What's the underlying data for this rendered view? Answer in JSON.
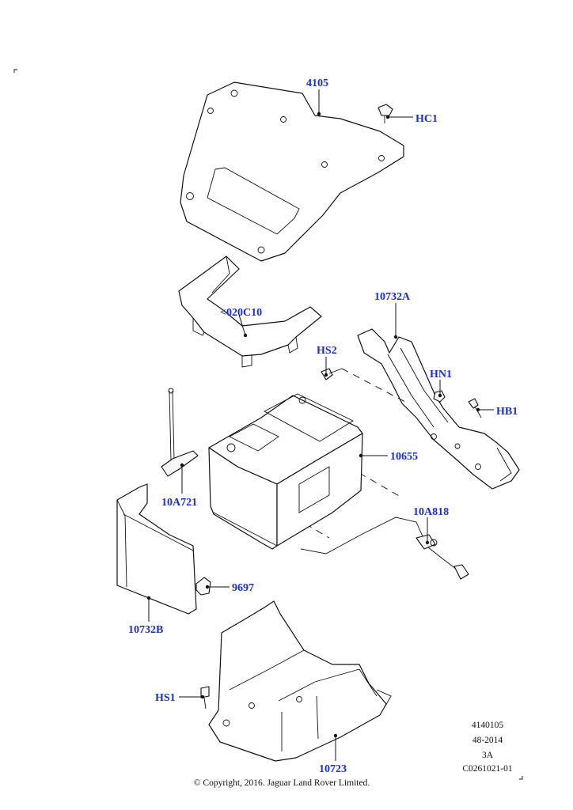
{
  "callouts": {
    "c4105": "4105",
    "cHC1": "HC1",
    "c020C10": "<020C10",
    "c10732A": "10732A",
    "cHS2": "HS2",
    "cHN1": "HN1",
    "cHB1": "HB1",
    "c10655": "10655",
    "c10A721": "10A721",
    "c10A818": "10A818",
    "c9697": "9697",
    "c10732B": "10732B",
    "cHS1": "HS1",
    "c10723": "10723"
  },
  "meta": {
    "line1": "4140105",
    "line2": "48-2014",
    "line3": "3A",
    "line4": "C0261021-01"
  },
  "footer": {
    "copyright": "© Copyright, 2016. Jaguar Land Rover Limited."
  },
  "colors": {
    "callout": "#1a2fd1",
    "lines": "#111111"
  }
}
